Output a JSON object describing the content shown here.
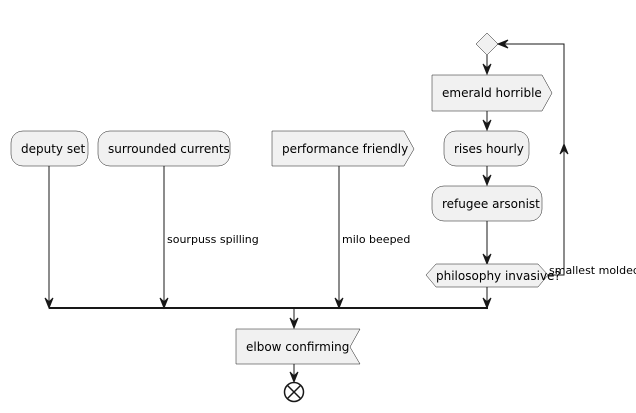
{
  "diagram": {
    "nodes": {
      "deputy_set": "deputy set",
      "surrounded_currents": "surrounded currents",
      "performance_friendly": "performance friendly",
      "emerald_horrible": "emerald horrible",
      "rises_hourly": "rises hourly",
      "refugee_arsonist": "refugee arsonist",
      "philosophy_invasive": "philosophy invasive?",
      "elbow_confirming": "elbow confirming"
    },
    "edge_labels": {
      "sourpuss_spilling": "sourpuss spilling",
      "milo_beeped": "milo beeped",
      "smallest_molded": "smallest molded"
    },
    "colors": {
      "node_fill": "#f1f1f1",
      "stroke": "#181818"
    }
  }
}
